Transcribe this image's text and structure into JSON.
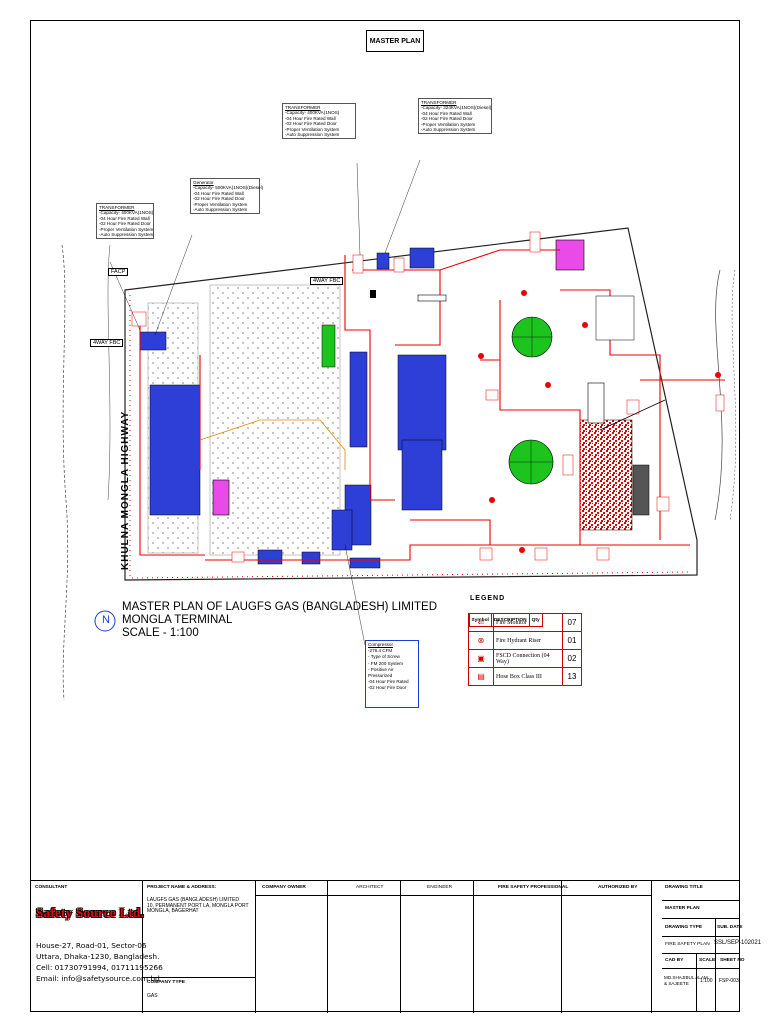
{
  "drawing": {
    "header_title": "MASTER PLAN",
    "plan_title_1": "MASTER PLAN OF LAUGFS GAS (BANGLADESH) LIMITED",
    "plan_title_2": "MONGLA TERMINAL",
    "plan_title_3": "SCALE - 1:100",
    "north_symbol": "N",
    "road_label": "KHULNA MONGLA HIGHWAY",
    "labels": {
      "facp": "FACP",
      "fbc_left": "4WAY FBC",
      "fbc_top": "4WAY FBC"
    }
  },
  "notes": {
    "transformer_left": {
      "title": "TRANSFORMER",
      "lines": [
        "-Capacity- 400KVA(1NOS)",
        "-04 Hour Fire Rated Wall",
        "-02 Hour Fire Rated Door",
        "-Proper Ventilation System",
        "-Auto Suppression System"
      ]
    },
    "generator": {
      "title": "Generator",
      "lines": [
        "-Capacity- 500KVA(1NOS)(Diesel)",
        "-04 Hour Fire Rated Wall",
        "-02 Hour Fire Rated Door",
        "-Proper Ventilation System",
        "-Auto Suppression System"
      ]
    },
    "transformer_mid": {
      "title": "TRANSFORMER",
      "lines": [
        "-Capacity- 400KVA(1NOS)",
        "-04 Hour Fire Rated Wall",
        "-02 Hour Fire Rated Door",
        "-Proper Ventilation System",
        "-Auto Suppression System"
      ]
    },
    "transformer_right": {
      "title": "TRANSFORMER",
      "lines": [
        "-Capacity- 324KVA(1NOS)(Diesel)",
        "-04 Hour Fire Rated Wall",
        "-02 Hour Fire Rated Door",
        "-Proper Ventilation System",
        "-Auto Suppression System"
      ]
    },
    "compressor": {
      "title": "Compressor",
      "lines": [
        "-276.4 CFM",
        "- Type of Screw",
        "- FM 200 System",
        "- Positive Air Pressurized",
        "-04 Hour Fire Rated",
        "-02 Hour Fire Door"
      ]
    }
  },
  "legend": {
    "title": "LEGEND",
    "headers": {
      "symbol": "Symbol",
      "description": "DESCRIPTION",
      "qty": "Qty"
    },
    "items": [
      {
        "description": "Fire Monitor",
        "qty": "07"
      },
      {
        "description": "Fire Hydrant Riser",
        "qty": "01"
      },
      {
        "description": "FSCD Connection (04 Way)",
        "qty": "02"
      },
      {
        "description": "Hose Box Class III",
        "qty": "13"
      }
    ]
  },
  "title_block": {
    "consultant_label": "CONSULTANT",
    "company_name": "Safety Source Ltd.",
    "address_1": "House-27, Road-01, Sector-06",
    "address_2": "Uttara, Dhaka-1230, Bangladesh.",
    "cell": "Cell: 01730791994, 01711195266",
    "email": "Email: info@safetysource.com.bd",
    "project_label": "PROJECT NAME & ADDRESS:",
    "project_1": "LAUGFS GAS (BANGLADESH) LIMITED",
    "project_2": "10, PERMANENT PORT LA, MONGLA PORT",
    "project_3": "MONGLA, BAGERHAT",
    "company_type_label": "COMPANY TYPE",
    "company_type": "GAS",
    "company_owner": "COMPANY OWNER",
    "architect": "ARCHITECT",
    "engineer": "ENGINEER",
    "fire_safety": "FIRE SAFETY PROFESSIONAL",
    "authorized": "AUTHORIZED BY",
    "drawing_title_label": "DRAWING TITLE",
    "drawing_title": "MASTER PLAN",
    "drawing_type_label": "DRAWING TYPE",
    "sub_date_label": "SUB. DATE",
    "drawing_type": "FIRE SAFETY PLAN",
    "sub_date": "SSL/SEP-102021",
    "cad_label": "CAD BY",
    "scale_label": "SCALE",
    "sheet_label": "SHEET NO",
    "cad_by_1": "MD.SHAJIBUL ALAM",
    "cad_by_2": "& SAJEETE",
    "scale": "1:100",
    "sheet_no": "FSP-003"
  },
  "colors": {
    "fire_red": "#e00000",
    "building_blue": "#2d3fd6",
    "tank_green": "#1dc41d",
    "magenta": "#e84be8"
  }
}
